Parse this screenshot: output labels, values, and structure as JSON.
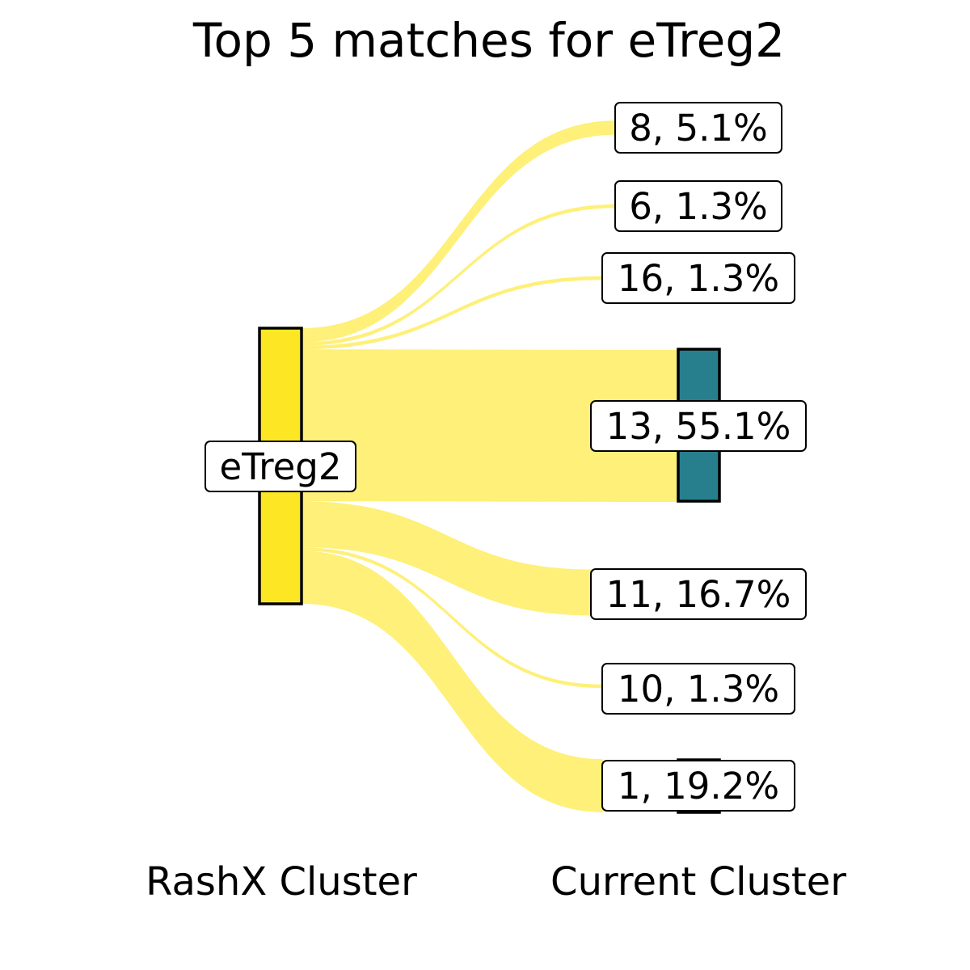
{
  "title": "Top 5 matches for eTreg2",
  "left_axis_label": "RashX Cluster",
  "right_axis_label": "Current Cluster",
  "source": {
    "label": "eTreg2",
    "color": "#fde725"
  },
  "flow_color": "#fde725",
  "highlight_color": "#277f8e",
  "targets": [
    {
      "cluster": "8",
      "label": "8, 5.1%",
      "percent": 5.1
    },
    {
      "cluster": "6",
      "label": "6, 1.3%",
      "percent": 1.3
    },
    {
      "cluster": "16",
      "label": "16, 1.3%",
      "percent": 1.3
    },
    {
      "cluster": "13",
      "label": "13, 55.1%",
      "percent": 55.1
    },
    {
      "cluster": "11",
      "label": "11, 16.7%",
      "percent": 16.7
    },
    {
      "cluster": "10",
      "label": "10, 1.3%",
      "percent": 1.3
    },
    {
      "cluster": "1",
      "label": "1, 19.2%",
      "percent": 19.2
    }
  ]
}
